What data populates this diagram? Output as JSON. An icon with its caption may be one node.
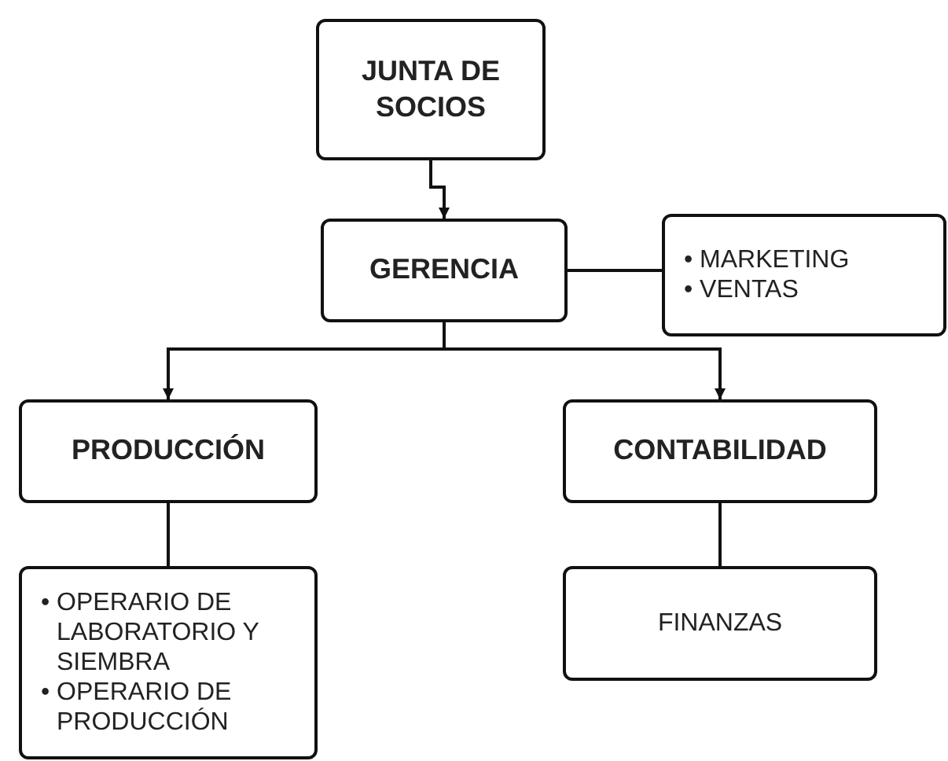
{
  "diagram": {
    "nodes": [
      {
        "text": [
          "JUNTA DE SOCIOS"
        ]
      },
      {
        "text": [
          "GERENCIA"
        ]
      },
      {
        "text": [
          "• MARKETING",
          "• VENTAS"
        ]
      },
      {
        "text": [
          "PRODUCCIÓN"
        ]
      },
      {
        "text": [
          "CONTABILIDAD"
        ]
      },
      {
        "text": [
          "• OPERARIO DE LABORATORIO Y SIEMBRA",
          "• OPERARIO DE PRODUCCIÓN"
        ]
      },
      {
        "text": [
          "FINANZAS"
        ]
      }
    ],
    "edges": [
      {
        "from": 0,
        "to": 1,
        "arrow": "to"
      },
      {
        "from": 1,
        "to": 2,
        "arrow": "none"
      },
      {
        "from": 1,
        "to": 3,
        "arrow": "to"
      },
      {
        "from": 1,
        "to": 4,
        "arrow": "to"
      },
      {
        "from": 3,
        "to": 5,
        "arrow": "none"
      },
      {
        "from": 4,
        "to": 6,
        "arrow": "none"
      }
    ]
  }
}
